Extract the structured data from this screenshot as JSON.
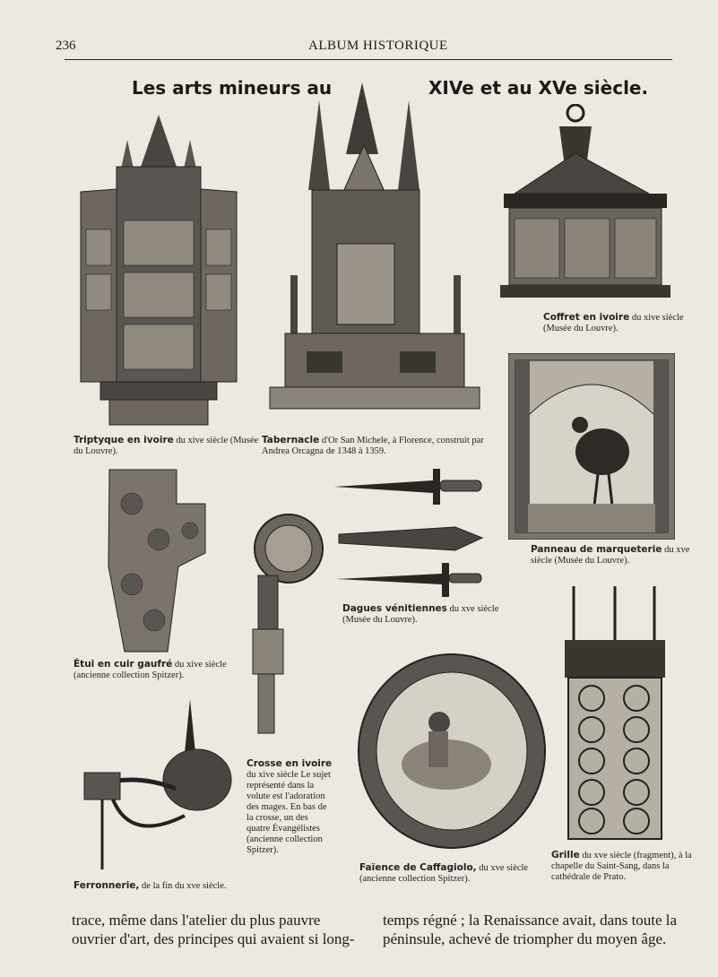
{
  "header": {
    "page_number": "236",
    "running_head": "ALBUM HISTORIQUE"
  },
  "title": {
    "left": "Les arts mineurs au",
    "right": "XIVe et au XVe siècle."
  },
  "captions": {
    "triptyque_title": "Triptyque en ivoire",
    "triptyque_rest": "du xive siècle (Musée du Louvre).",
    "tabernacle_title": "Tabernacle",
    "tabernacle_rest": "d'Or San Michele, à Florence, construit par Andrea Orcagna de 1348 à 1359.",
    "coffret_title": "Coffret en ivoire",
    "coffret_rest": "du xive siècle (Musée du Louvre).",
    "panneau_title": "Panneau de marqueterie",
    "panneau_rest": "du xve siècle (Musée du Louvre).",
    "etui_title": "Étui en cuir gaufré",
    "etui_rest": "du xive siècle (ancienne collection Spitzer).",
    "dagues_title": "Dagues vénitiennes",
    "dagues_rest": "du xve siècle (Musée du Louvre).",
    "crosse_title": "Crosse en ivoire",
    "crosse_rest": "du xive siècle Le sujet représenté dans la volute est l'adoration des mages. En bas de la crosse, un des quatre Évangélistes (ancienne collection Spitzer).",
    "faience_title": "Faïence de Caffagiolo,",
    "faience_rest": "du xve siècle (ancienne collection Spitzer).",
    "grille_title": "Grille",
    "grille_rest": "du xve siècle (fragment), à la chapelle du Saint-Sang, dans la cathédrale de Prato.",
    "ferronnerie_title": "Ferronnerie,",
    "ferronnerie_rest": "de la fin du xve siècle."
  },
  "body_text": {
    "left_line1": "trace, même dans l'atelier du plus pauvre",
    "left_line2": "ouvrier d'art, des principes qui avaient si long-",
    "right_line1": "temps régné ; la Renaissance avait, dans toute la",
    "right_line2": "péninsule, achevé de triompher du moyen âge."
  },
  "colors": {
    "paper": "#ece9e1",
    "ink": "#1c1a17",
    "engraving": "#3a3630"
  }
}
